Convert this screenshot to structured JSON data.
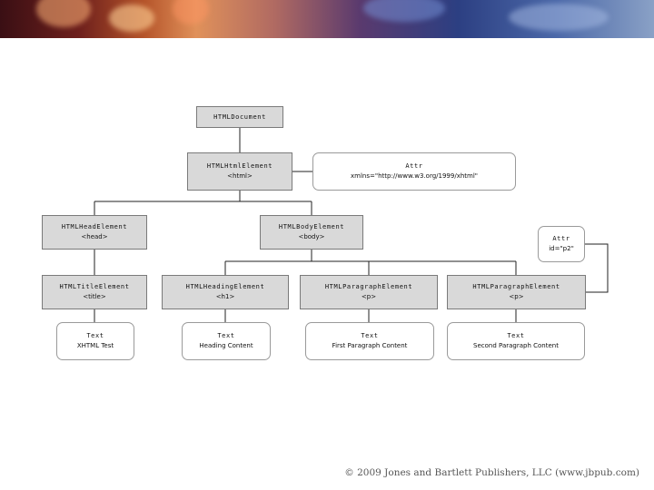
{
  "nodes": {
    "doc": {
      "title": "HTMLDocument"
    },
    "html": {
      "title": "HTMLHtmlElement",
      "sub": "<html>"
    },
    "attr1": {
      "title": "Attr",
      "sub": "xmlns=\"http://www.w3.org/1999/xhtml\""
    },
    "head": {
      "title": "HTMLHeadElement",
      "sub": "<head>"
    },
    "body": {
      "title": "HTMLBodyElement",
      "sub": "<body>"
    },
    "attr2": {
      "title": "Attr",
      "sub": "id=\"p2\""
    },
    "title": {
      "title": "HTMLTitleElement",
      "sub": "<title>"
    },
    "h1": {
      "title": "HTMLHeadingElement",
      "sub": "<h1>"
    },
    "p1": {
      "title": "HTMLParagraphElement",
      "sub": "<p>"
    },
    "p2": {
      "title": "HTMLParagraphElement",
      "sub": "<p>"
    },
    "text1": {
      "title": "Text",
      "sub": "XHTML Test"
    },
    "text2": {
      "title": "Text",
      "sub": "Heading Content"
    },
    "text3": {
      "title": "Text",
      "sub": "First Paragraph Content"
    },
    "text4": {
      "title": "Text",
      "sub": "Second Paragraph Content"
    }
  },
  "footer": {
    "copyright": "© 2009 Jones and Bartlett Publishers, LLC (www.jbpub.com)"
  }
}
